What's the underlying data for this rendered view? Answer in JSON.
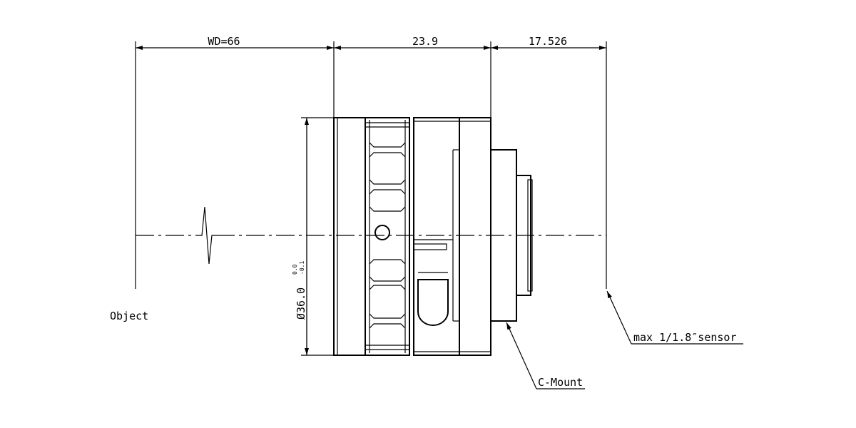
{
  "dimensions": {
    "working_distance": "WD=66",
    "lens_length": "23.9",
    "flange_distance": "17.526",
    "diameter": "Ø36.0",
    "tolerance_upper": "0.0",
    "tolerance_lower": "-0.1"
  },
  "labels": {
    "object": "Object",
    "mount": "C-Mount",
    "sensor": "max 1/1.8″sensor"
  }
}
